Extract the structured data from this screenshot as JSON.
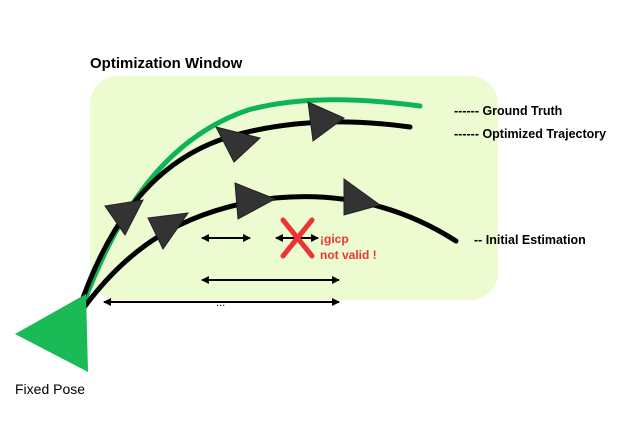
{
  "title": "Optimization Window",
  "legend": {
    "ground_truth": "------ Ground Truth",
    "optimized": "------ Optimized Trajectory",
    "initial": "-- Initial Estimation"
  },
  "gicp_note": "¡gicp\nnot valid !",
  "ellipsis": "...",
  "fixed_pose_label": "Fixed Pose",
  "colors": {
    "window_fill": "#ecfbd0",
    "ground_truth": "#0db45a",
    "trajectory": "#000000",
    "pose_marker": "#333333",
    "fixed_pose": "#1aba57",
    "invalid": "#ee3333"
  },
  "icons": {
    "invalid_mark": "x-cross-icon",
    "pose_marker": "triangle-icon",
    "fixed_pose": "triangle-icon"
  }
}
